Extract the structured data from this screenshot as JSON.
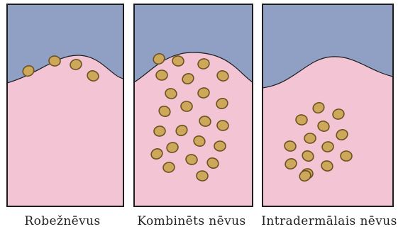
{
  "colors": {
    "epidermis": "#8fa0c4",
    "dermis": "#f2c4d4",
    "cell_fill": "#cda75a",
    "cell_stroke": "#6b5220",
    "outline": "#1c1c1c"
  },
  "panels": [
    {
      "label": "Robežnēvus",
      "cell_count": 4
    },
    {
      "label": "Kombinēts nēvus",
      "cell_count": 23
    },
    {
      "label": "Intradermālais nēvus",
      "cell_count": 14
    }
  ]
}
